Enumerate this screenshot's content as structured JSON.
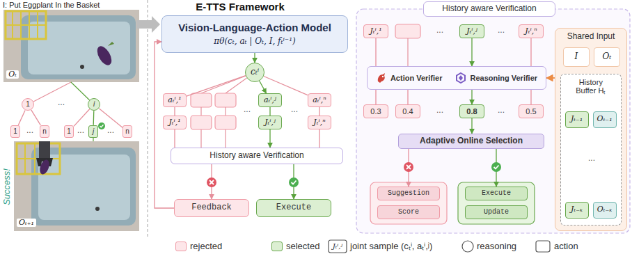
{
  "diagram": {
    "title": "E-TTS Framework",
    "nodes": [
      {
        "text": [
          "1"
        ]
      },
      {
        "text": [
          "i"
        ]
      },
      {
        "text": [
          "1"
        ]
      },
      {
        "text": [
          "n"
        ]
      },
      {
        "text": [
          "1"
        ]
      },
      {
        "text": [
          "j"
        ]
      },
      {
        "text": [
          "n"
        ]
      },
      {
        "text": [
          "Vision-Language-Action Model",
          "πθ(cₜ, aₜ | Oₜ, I, fₜⁱ⁻¹)"
        ]
      },
      {
        "text": [
          "cₜⁱ"
        ]
      },
      {
        "text": [
          "aₜⁱ,¹"
        ]
      },
      {
        "text": [
          "aₜⁱ,ʲ"
        ]
      },
      {
        "text": [
          "aₜⁱ,ⁿ"
        ]
      },
      {
        "text": [
          "Jₜⁱ,¹"
        ]
      },
      {
        "text": [
          "Jₜⁱ,ʲ"
        ]
      },
      {
        "text": [
          "Jₜⁱ,ⁿ"
        ]
      },
      {
        "text": [
          "History aware Verification"
        ]
      },
      {
        "text": [
          "Feedback"
        ]
      },
      {
        "text": [
          "Execute"
        ]
      },
      {
        "text": [
          "History aware Verification"
        ]
      },
      {
        "text": [
          "Jₜⁱ,¹"
        ]
      },
      {
        "text": [
          "Jₜⁱ,ʲ"
        ]
      },
      {
        "text": [
          "Jₜⁱ,ⁿ"
        ]
      },
      {
        "text": [
          "Action Verifier",
          "Reasoning Verifier"
        ]
      },
      {
        "text": [
          "0.3"
        ]
      },
      {
        "text": [
          "0.4"
        ]
      },
      {
        "text": [
          "0.8"
        ]
      },
      {
        "text": [
          "0.5"
        ]
      },
      {
        "text": [
          "Adaptive Online Selection"
        ]
      },
      {
        "text": [
          "Suggestion"
        ]
      },
      {
        "text": [
          "Score"
        ]
      },
      {
        "text": [
          "Execute"
        ]
      },
      {
        "text": [
          "Update"
        ]
      },
      {
        "text": [
          "Shared Input"
        ]
      },
      {
        "text": [
          "I"
        ],
        "in": 32
      },
      {
        "text": [
          "Oₜ"
        ],
        "in": 32
      },
      {
        "text": [
          "History Buffer Hₜ"
        ],
        "in": 32
      },
      {
        "text": [
          "Jₜ₋₁"
        ],
        "in": 35
      },
      {
        "text": [
          "Oₜ₋₁"
        ],
        "in": 35
      },
      {
        "text": [
          "Jₜ₋ₖ"
        ],
        "in": 35
      },
      {
        "text": [
          "Oₜ₋ₖ"
        ],
        "in": 35
      }
    ],
    "edges": [
      {
        "from": 0,
        "to": 2,
        "arrow": "none"
      },
      {
        "from": 0,
        "to": 3,
        "arrow": "none"
      },
      {
        "from": 1,
        "to": 4,
        "arrow": "none"
      },
      {
        "from": 1,
        "to": 5,
        "arrow": "none"
      },
      {
        "from": 1,
        "to": 6,
        "arrow": "none"
      },
      {
        "from": 7,
        "to": 8,
        "arrow": "to"
      },
      {
        "from": 8,
        "to": 9,
        "arrow": "none"
      },
      {
        "from": 8,
        "to": 10,
        "arrow": "to"
      },
      {
        "from": 8,
        "to": 11,
        "arrow": "none"
      },
      {
        "from": 9,
        "to": 12,
        "arrow": "none"
      },
      {
        "from": 10,
        "to": 13,
        "arrow": "none"
      },
      {
        "from": 11,
        "to": 14,
        "arrow": "none"
      },
      {
        "from": 12,
        "to": 15,
        "arrow": "none"
      },
      {
        "from": 13,
        "to": 15,
        "arrow": "to"
      },
      {
        "from": 14,
        "to": 15,
        "arrow": "none"
      },
      {
        "from": 15,
        "to": 16,
        "arrow": "to"
      },
      {
        "from": 15,
        "to": 17,
        "arrow": "to"
      },
      {
        "from": 16,
        "to": 7,
        "arrow": "to"
      },
      {
        "from": 19,
        "to": 22,
        "arrow": "none"
      },
      {
        "from": 20,
        "to": 22,
        "arrow": "to"
      },
      {
        "from": 21,
        "to": 22,
        "arrow": "none"
      },
      {
        "from": 22,
        "to": 23,
        "arrow": "none"
      },
      {
        "from": 22,
        "to": 24,
        "arrow": "none"
      },
      {
        "from": 22,
        "to": 25,
        "arrow": "to"
      },
      {
        "from": 22,
        "to": 26,
        "arrow": "none"
      },
      {
        "from": 25,
        "to": 27,
        "arrow": "to"
      },
      {
        "from": 27,
        "to": 28,
        "arrow": "to"
      },
      {
        "from": 27,
        "to": 30,
        "arrow": "to"
      },
      {
        "from": 32,
        "to": 22,
        "arrow": "to"
      }
    ],
    "labels": [
      "I: Put Eggplant In the Basket",
      "Oₜ",
      "...",
      "...",
      "...",
      "...",
      "Success!",
      "Oₜ₊₁",
      "...",
      "...",
      "...",
      "...",
      "...",
      "...",
      "...",
      "Jₜⁱ,ʲ"
    ],
    "legend": [
      {
        "text": "rejected",
        "color": "#fde6e9"
      },
      {
        "text": "selected",
        "color": "#dcefd2"
      },
      {
        "text": "joint sample (cₜⁱ, aₜⁱ,ʲ)"
      },
      {
        "text": "reasoning"
      },
      {
        "text": "action"
      }
    ]
  }
}
